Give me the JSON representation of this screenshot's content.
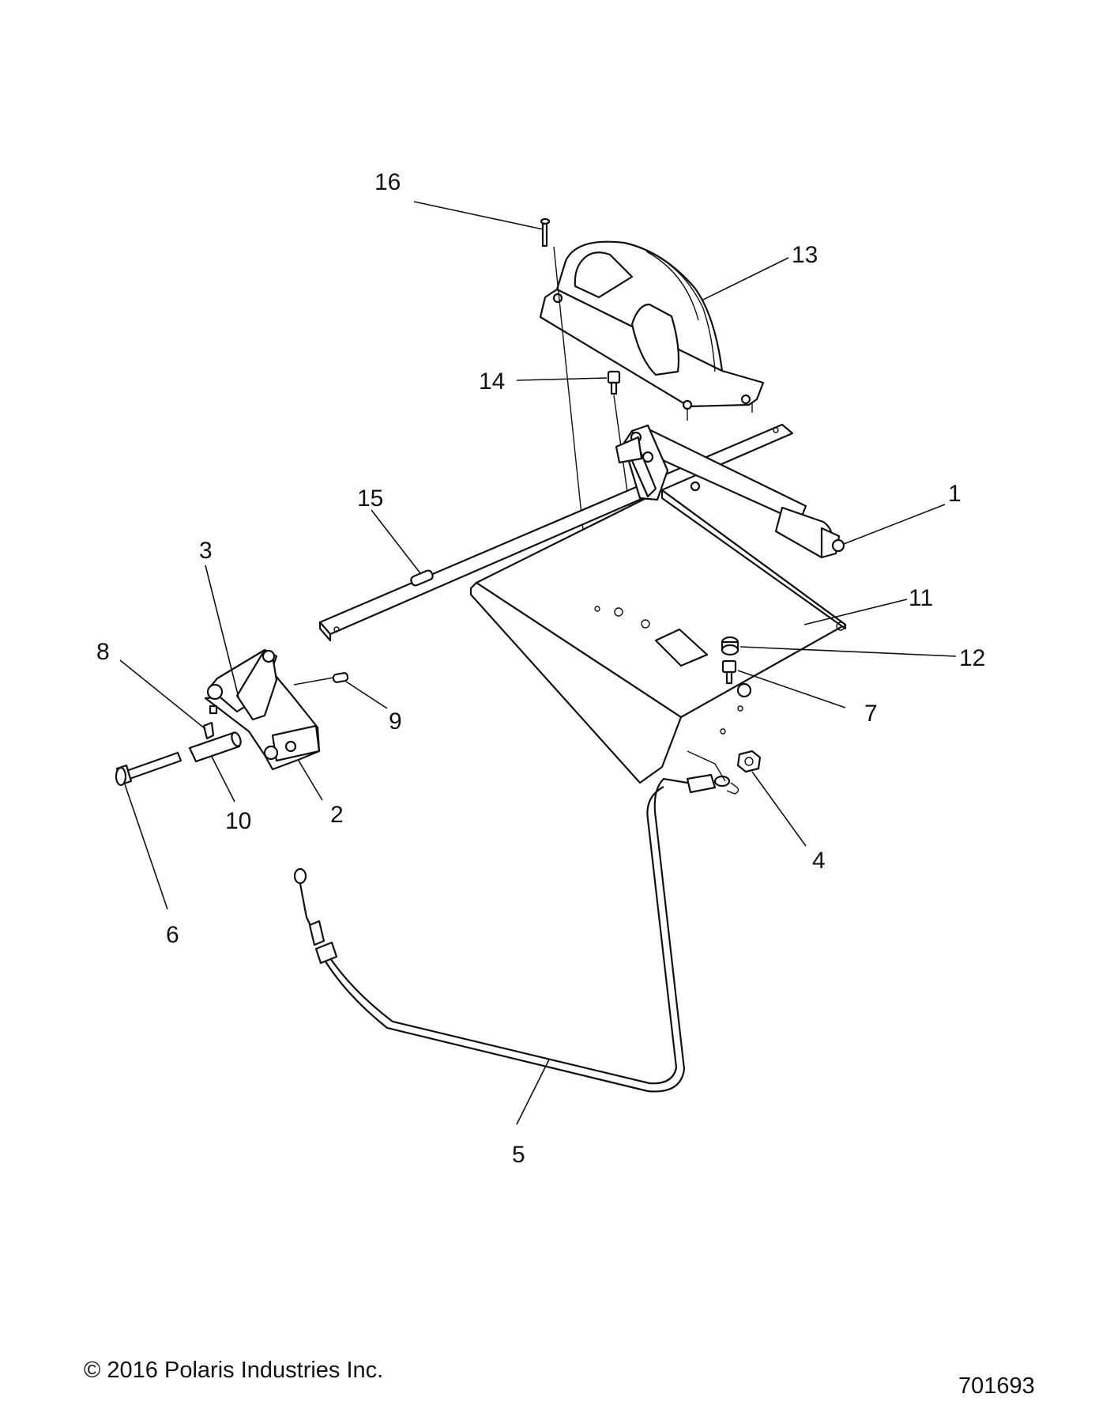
{
  "footer": {
    "copyright": "© 2016 Polaris Industries Inc.",
    "diagram_id": "701693"
  },
  "callouts": [
    {
      "id": "c1",
      "label": "1"
    },
    {
      "id": "c2",
      "label": "2"
    },
    {
      "id": "c3",
      "label": "3"
    },
    {
      "id": "c4",
      "label": "4"
    },
    {
      "id": "c5",
      "label": "5"
    },
    {
      "id": "c6",
      "label": "6"
    },
    {
      "id": "c7",
      "label": "7"
    },
    {
      "id": "c8",
      "label": "8"
    },
    {
      "id": "c9",
      "label": "9"
    },
    {
      "id": "c10",
      "label": "10"
    },
    {
      "id": "c11",
      "label": "11"
    },
    {
      "id": "c12",
      "label": "12"
    },
    {
      "id": "c13",
      "label": "13"
    },
    {
      "id": "c14",
      "label": "14"
    },
    {
      "id": "c15",
      "label": "15"
    },
    {
      "id": "c16",
      "label": "16"
    }
  ]
}
